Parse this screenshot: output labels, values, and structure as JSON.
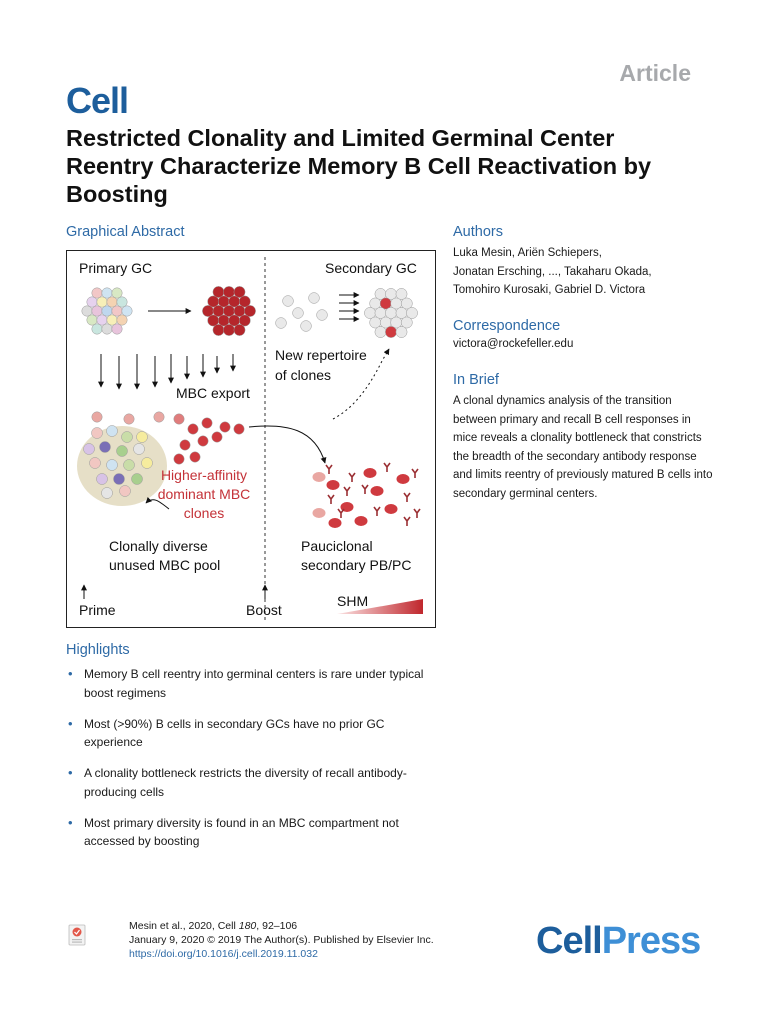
{
  "article_label": "Article",
  "journal_logo": "Cell",
  "title": "Restricted Clonality and Limited Germinal Center Reentry Characterize Memory B Cell Reactivation by Boosting",
  "graphical_abstract": {
    "heading": "Graphical Abstract",
    "labels": {
      "primary_gc": "Primary GC",
      "secondary_gc": "Secondary GC",
      "new_repertoire_1": "New repertoire",
      "new_repertoire_2": "of clones",
      "mbc_export": "MBC export",
      "higher_affinity_1": "Higher-affinity",
      "higher_affinity_2": "dominant MBC",
      "higher_affinity_3": "clones",
      "clonally_diverse_1": "Clonally diverse",
      "clonally_diverse_2": "unused MBC pool",
      "pauciclonal_1": "Pauciclonal",
      "pauciclonal_2": "secondary PB/PC",
      "prime": "Prime",
      "boost": "Boost",
      "shm": "SHM"
    },
    "colors": {
      "dark_red": "#b5262b",
      "red": "#cf3a3f",
      "salmon": "#e9a7a2",
      "beige": "#e6dfc7",
      "grey_cell": "#e9e9e9"
    }
  },
  "authors": {
    "heading": "Authors",
    "lines": [
      "Luka Mesin, Ariën Schiepers,",
      "Jonatan Ersching, ..., Takaharu Okada,",
      "Tomohiro Kurosaki, Gabriel D. Victora"
    ]
  },
  "correspondence": {
    "heading": "Correspondence",
    "email": "victora@rockefeller.edu"
  },
  "in_brief": {
    "heading": "In Brief",
    "text": "A clonal dynamics analysis of the transition between primary and recall B cell responses in mice reveals a clonality bottleneck that constricts the breadth of the secondary antibody response and limits reentry of previously matured B cells into secondary germinal centers."
  },
  "highlights": {
    "heading": "Highlights",
    "items": [
      "Memory B cell reentry into germinal centers is rare under typical boost regimens",
      "Most (>90%) B cells in secondary GCs have no prior GC experience",
      "A clonality bottleneck restricts the diversity of recall antibody-producing cells",
      "Most primary diversity is found in an MBC compartment not accessed by boosting"
    ]
  },
  "footer": {
    "citation_authors": "Mesin et al., 2020, Cell ",
    "citation_volume": "180",
    "citation_pages": ", 92–106",
    "date_line": "January 9, 2020 © 2019 The Author(s). Published by Elsevier Inc.",
    "doi": "https://doi.org/10.1016/j.cell.2019.11.032",
    "check_updates_icon": "check-for-updates-icon"
  },
  "publisher_logo": {
    "part1": "Cell",
    "part2": "Press"
  }
}
